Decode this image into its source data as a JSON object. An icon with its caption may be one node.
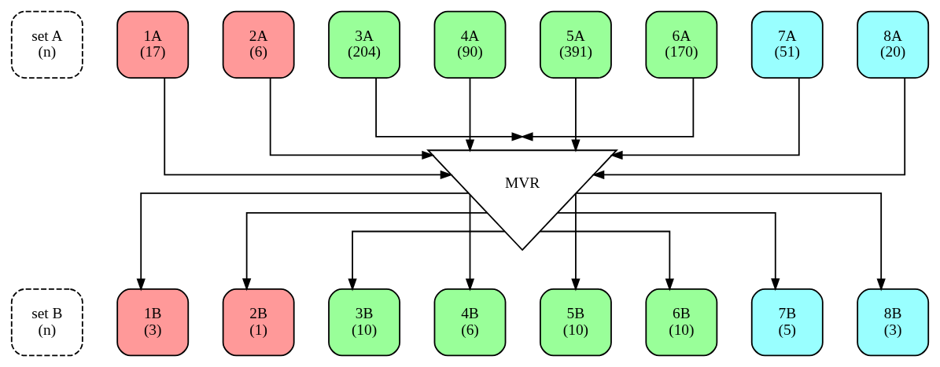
{
  "diagram": {
    "nodes": [
      {
        "text": [
          "set A",
          "(n)"
        ]
      },
      {
        "text": [
          "1A",
          "(17)"
        ]
      },
      {
        "text": [
          "2A",
          "(6)"
        ]
      },
      {
        "text": [
          "3A",
          "(204)"
        ]
      },
      {
        "text": [
          "4A",
          "(90)"
        ]
      },
      {
        "text": [
          "5A",
          "(391)"
        ]
      },
      {
        "text": [
          "6A",
          "(170)"
        ]
      },
      {
        "text": [
          "7A",
          "(51)"
        ]
      },
      {
        "text": [
          "8A",
          "(20)"
        ]
      },
      {
        "text": [
          "MVR"
        ]
      },
      {
        "text": [
          "set B",
          "(n)"
        ]
      },
      {
        "text": [
          "1B",
          "(3)"
        ]
      },
      {
        "text": [
          "2B",
          "(1)"
        ]
      },
      {
        "text": [
          "3B",
          "(10)"
        ]
      },
      {
        "text": [
          "4B",
          "(6)"
        ]
      },
      {
        "text": [
          "5B",
          "(10)"
        ]
      },
      {
        "text": [
          "6B",
          "(10)"
        ]
      },
      {
        "text": [
          "7B",
          "(5)"
        ]
      },
      {
        "text": [
          "8B",
          "(3)"
        ]
      }
    ],
    "edges": [
      {
        "from": 1,
        "to": 9,
        "arrow": "to"
      },
      {
        "from": 2,
        "to": 9,
        "arrow": "to"
      },
      {
        "from": 3,
        "to": 9,
        "arrow": "to"
      },
      {
        "from": 4,
        "to": 9,
        "arrow": "to"
      },
      {
        "from": 5,
        "to": 9,
        "arrow": "to"
      },
      {
        "from": 6,
        "to": 9,
        "arrow": "to"
      },
      {
        "from": 7,
        "to": 9,
        "arrow": "to"
      },
      {
        "from": 8,
        "to": 9,
        "arrow": "to"
      },
      {
        "from": 9,
        "to": 11,
        "arrow": "to"
      },
      {
        "from": 9,
        "to": 12,
        "arrow": "to"
      },
      {
        "from": 9,
        "to": 13,
        "arrow": "to"
      },
      {
        "from": 9,
        "to": 14,
        "arrow": "to"
      },
      {
        "from": 9,
        "to": 15,
        "arrow": "to"
      },
      {
        "from": 9,
        "to": 16,
        "arrow": "to"
      },
      {
        "from": 9,
        "to": 17,
        "arrow": "to"
      },
      {
        "from": 9,
        "to": 18,
        "arrow": "to"
      }
    ]
  }
}
